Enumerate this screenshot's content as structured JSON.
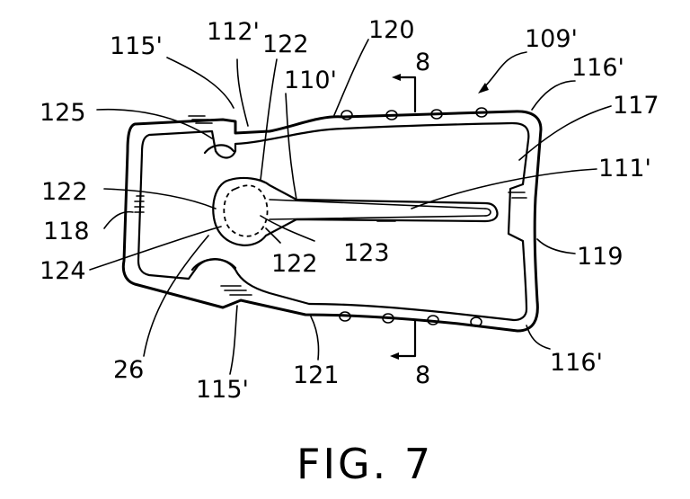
{
  "figure": {
    "caption": "FIG. 7",
    "labels": {
      "l115_top": "115'",
      "l112": "112'",
      "l122_top": "122",
      "l120": "120",
      "l109": "109'",
      "l8_top": "8",
      "l110": "110'",
      "l116_top": "116'",
      "l125": "125",
      "l117": "117",
      "l122_left": "122",
      "l111": "111'",
      "l118": "118",
      "l123": "123",
      "l124": "124",
      "l122_bottom": "122",
      "l119": "119",
      "l26": "26",
      "l115_bottom": "115'",
      "l121": "121",
      "l8_bottom": "8",
      "l116_bottom": "116'"
    }
  }
}
